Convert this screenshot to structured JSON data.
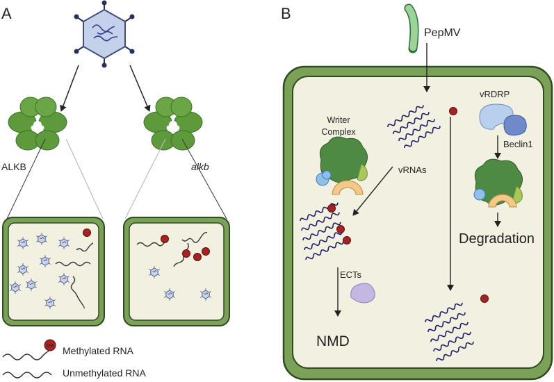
{
  "panel_a": {
    "label": "A",
    "left_plant_label": "ALKB",
    "right_plant_label": "alkb"
  },
  "panel_b": {
    "label": "B",
    "virus_label": "PepMV",
    "writer_complex_line1": "Writer",
    "writer_complex_line2": "Complex",
    "vrnas_label": "vRNAs",
    "vrdrp_label": "vRDRP",
    "beclin_label": "Beclin1",
    "degradation_label": "Degradation",
    "ects_label": "ECTs",
    "nmd_label": "NMD"
  },
  "legend": {
    "methylated_label": "Methylated RNA",
    "methyl_mark": "m6A",
    "unmethylated_label": "Unmethylated RNA"
  },
  "colors": {
    "cell_wall": "#7aa157",
    "cell_border": "#2f4a1f",
    "cytoplasm": "#f2f1e1",
    "leaf": "#5f9a3e",
    "virus_rna": "#1f1a66",
    "methyl_dot": "#a52323",
    "virion": "#c5d1ea",
    "virion_stroke": "#3f4f7a"
  }
}
